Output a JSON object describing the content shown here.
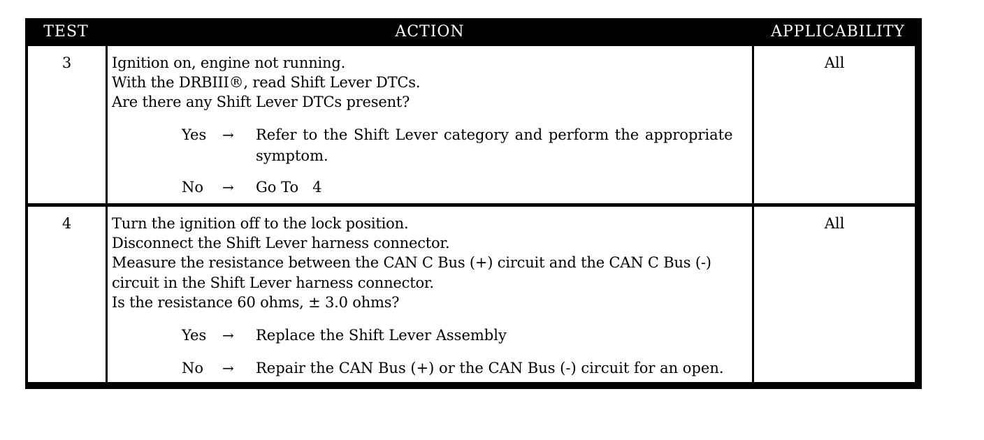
{
  "header": {
    "test": "TEST",
    "action": "ACTION",
    "applicability": "APPLICABILITY"
  },
  "rows": [
    {
      "test": "3",
      "lines": [
        "Ignition on, engine not running.",
        "With the DRBIII®, read Shift Lever DTCs.",
        "Are there any Shift Lever DTCs present?"
      ],
      "yes_label": "Yes",
      "yes_text_1": "Refer to the Shift Lever category and perform the appropriate",
      "yes_text_2": "symptom.",
      "no_label": "No",
      "no_text": "Go To   4",
      "applicability": "All"
    },
    {
      "test": "4",
      "lines": [
        "Turn the ignition off to the lock position.",
        "Disconnect the Shift Lever harness connector.",
        "Measure the resistance between the CAN C Bus (+) circuit and the CAN C Bus (-)",
        "circuit in the Shift Lever harness connector.",
        "Is the resistance 60 ohms, ± 3.0 ohms?"
      ],
      "yes_label": "Yes",
      "yes_text": "Replace the Shift Lever Assembly",
      "no_label": "No",
      "no_text": "Repair the CAN Bus (+) or the CAN Bus (-) circuit for an open.",
      "applicability": "All"
    }
  ],
  "arrow": "→"
}
